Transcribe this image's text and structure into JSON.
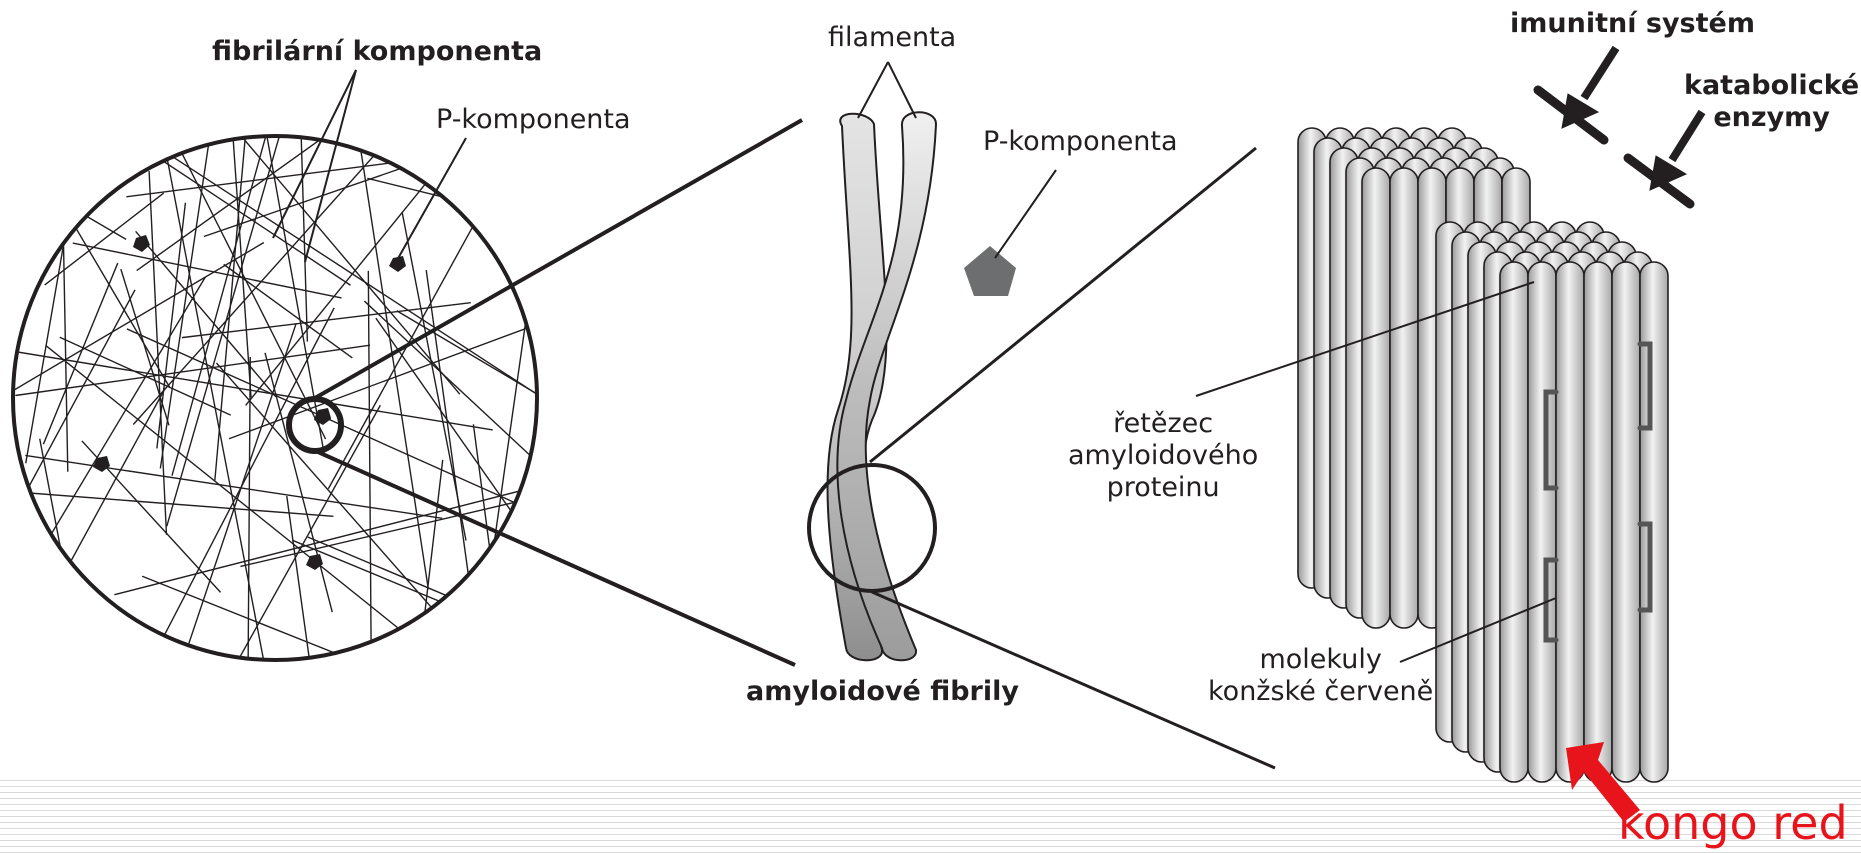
{
  "labels": {
    "fibrillar_component": "fibrilární komponenta",
    "p_component_left": "P-komponenta",
    "filaments": "filamenta",
    "p_component_mid": "P-komponenta",
    "amyloid_fibrils": "amyloidové fibrily",
    "immune_system": "imunitní systém",
    "catabolic_enzymes_line1": "katabolické",
    "catabolic_enzymes_line2": "enzymy",
    "protein_chain_line1": "řetězec",
    "protein_chain_line2": "amyloidového",
    "protein_chain_line3": "proteinu",
    "congo_molecules_line1": "molekuly",
    "congo_molecules_line2": "konžské červeně",
    "kongo_red": "kongo red"
  },
  "colors": {
    "ink": "#231f20",
    "filament_light": "#dcdcdc",
    "filament_dark": "#8c8c8c",
    "pentagon": "#6d6e70",
    "highlight_arrow": "#e8141b"
  }
}
